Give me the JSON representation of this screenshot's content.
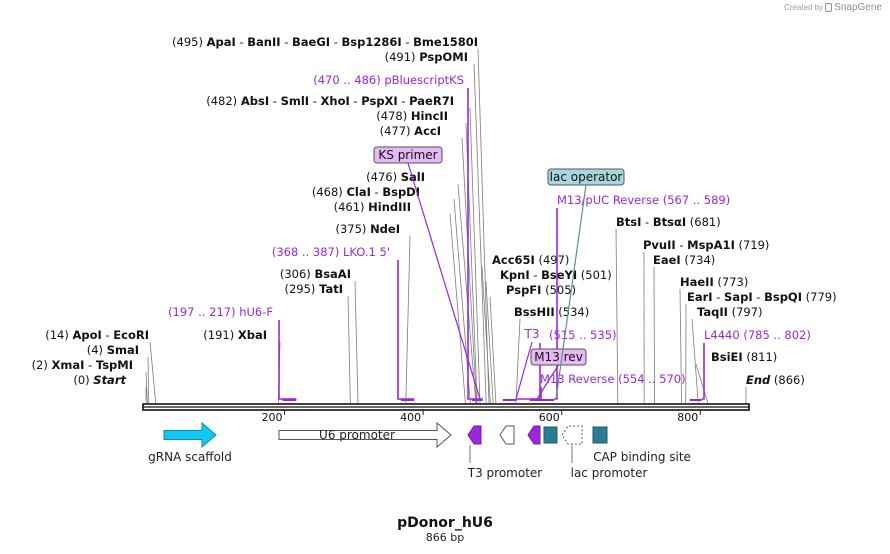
{
  "credit": {
    "prefix": "Created by",
    "brand": "SnapGene"
  },
  "map": {
    "name": "pDonor_hU6",
    "length_text": "866 bp",
    "length": 866
  },
  "ticks": [
    {
      "pos": 200,
      "label": "200"
    },
    {
      "pos": 400,
      "label": "400"
    },
    {
      "pos": 600,
      "label": "600"
    },
    {
      "pos": 800,
      "label": "800"
    }
  ],
  "enzymes": [
    {
      "segments": [
        {
          "t": "(495)  "
        },
        {
          "t": "ApaI",
          "b": true
        },
        {
          "t": "  -  "
        },
        {
          "t": "BanII",
          "b": true
        },
        {
          "t": "  -  "
        },
        {
          "t": "BaeGI",
          "b": true
        },
        {
          "t": "  -  "
        },
        {
          "t": "Bsp1286I",
          "b": true
        },
        {
          "t": "  -  "
        },
        {
          "t": "Bme1580I",
          "b": true
        }
      ],
      "pos": 495
    },
    {
      "segments": [
        {
          "t": "(491)  "
        },
        {
          "t": "PspOMI",
          "b": true
        }
      ],
      "pos": 491
    },
    {
      "segments": [
        {
          "t": "(482)  "
        },
        {
          "t": "AbsI",
          "b": true
        },
        {
          "t": "  -  "
        },
        {
          "t": "SmlI",
          "b": true
        },
        {
          "t": "  -  "
        },
        {
          "t": "XhoI",
          "b": true
        },
        {
          "t": "  -  "
        },
        {
          "t": "PspXI",
          "b": true
        },
        {
          "t": "  -  "
        },
        {
          "t": "PaeR7I",
          "b": true
        }
      ],
      "pos": 482
    },
    {
      "segments": [
        {
          "t": "(478)  "
        },
        {
          "t": "HincII",
          "b": true
        }
      ],
      "pos": 478
    },
    {
      "segments": [
        {
          "t": "(477)  "
        },
        {
          "t": "AccI",
          "b": true
        }
      ],
      "pos": 477
    },
    {
      "segments": [
        {
          "t": "(476)  "
        },
        {
          "t": "SalI",
          "b": true
        }
      ],
      "pos": 476
    },
    {
      "segments": [
        {
          "t": "(468)  "
        },
        {
          "t": "ClaI",
          "b": true
        },
        {
          "t": "  -  "
        },
        {
          "t": "BspDI",
          "b": true
        }
      ],
      "pos": 468
    },
    {
      "segments": [
        {
          "t": "(461)  "
        },
        {
          "t": "HindIII",
          "b": true
        }
      ],
      "pos": 461
    },
    {
      "segments": [
        {
          "t": "(375)  "
        },
        {
          "t": "NdeI",
          "b": true
        }
      ],
      "pos": 375
    },
    {
      "segments": [
        {
          "t": "(306)  "
        },
        {
          "t": "BsaAI",
          "b": true
        }
      ],
      "pos": 306
    },
    {
      "segments": [
        {
          "t": "(295)  "
        },
        {
          "t": "TatI",
          "b": true
        }
      ],
      "pos": 295
    },
    {
      "segments": [
        {
          "t": "(191)  "
        },
        {
          "t": "XbaI",
          "b": true
        }
      ],
      "pos": 191
    },
    {
      "segments": [
        {
          "t": "(14)  "
        },
        {
          "t": "ApoI",
          "b": true
        },
        {
          "t": "  -  "
        },
        {
          "t": "EcoRI",
          "b": true
        }
      ],
      "pos": 14
    },
    {
      "segments": [
        {
          "t": "(4)  "
        },
        {
          "t": "SmaI",
          "b": true
        }
      ],
      "pos": 4
    },
    {
      "segments": [
        {
          "t": "(2)  "
        },
        {
          "t": "XmaI",
          "b": true
        },
        {
          "t": "  -  "
        },
        {
          "t": "TspMI",
          "b": true
        }
      ],
      "pos": 2
    },
    {
      "segments": [
        {
          "t": "(0)  "
        },
        {
          "t": "Start",
          "b": true,
          "i": true
        }
      ],
      "pos": 0
    },
    {
      "segments": [
        {
          "t": "Acc65I",
          "b": true
        },
        {
          "t": "   (497)"
        }
      ],
      "pos": 497
    },
    {
      "segments": [
        {
          "t": "KpnI",
          "b": true
        },
        {
          "t": "  -  "
        },
        {
          "t": "BseYI",
          "b": true
        },
        {
          "t": "   (501)"
        }
      ],
      "pos": 501
    },
    {
      "segments": [
        {
          "t": "PspFI",
          "b": true
        },
        {
          "t": "   (505)"
        }
      ],
      "pos": 505
    },
    {
      "segments": [
        {
          "t": "BssHII",
          "b": true
        },
        {
          "t": "   (534)"
        }
      ],
      "pos": 534
    },
    {
      "segments": [
        {
          "t": "BtsI",
          "b": true
        },
        {
          "t": "  -  "
        },
        {
          "t": "BtsαI",
          "b": true
        },
        {
          "t": "   (681)"
        }
      ],
      "pos": 681
    },
    {
      "segments": [
        {
          "t": "PvuII",
          "b": true
        },
        {
          "t": "  -  "
        },
        {
          "t": "MspA1I",
          "b": true
        },
        {
          "t": "   (719)"
        }
      ],
      "pos": 719
    },
    {
      "segments": [
        {
          "t": "EaeI",
          "b": true
        },
        {
          "t": "   (734)"
        }
      ],
      "pos": 734
    },
    {
      "segments": [
        {
          "t": "HaeII",
          "b": true
        },
        {
          "t": "   (773)"
        }
      ],
      "pos": 773
    },
    {
      "segments": [
        {
          "t": "EarI",
          "b": true
        },
        {
          "t": "  -  "
        },
        {
          "t": "SapI",
          "b": true
        },
        {
          "t": "  -  "
        },
        {
          "t": "BspQI",
          "b": true
        },
        {
          "t": "   (779)"
        }
      ],
      "pos": 779
    },
    {
      "segments": [
        {
          "t": "TaqII",
          "b": true
        },
        {
          "t": "   (797)"
        }
      ],
      "pos": 797
    },
    {
      "segments": [
        {
          "t": "BsiEI",
          "b": true
        },
        {
          "t": "   (811)"
        }
      ],
      "pos": 811
    },
    {
      "segments": [
        {
          "t": "End",
          "b": true,
          "i": true
        },
        {
          "t": "   (866)"
        }
      ],
      "pos": 866
    }
  ],
  "primers": [
    {
      "text": "(470 .. 486)  pBluescriptKS",
      "start": 470,
      "end": 486
    },
    {
      "text": "(368 .. 387)  LKO.1 5'",
      "start": 368,
      "end": 387
    },
    {
      "text": "(197 .. 217)  hU6-F",
      "start": 197,
      "end": 217
    },
    {
      "text": "M13/pUC Reverse    (567 .. 589)",
      "start": 567,
      "end": 589
    },
    {
      "text": "(515 .. 535)",
      "start": 515,
      "end": 535
    },
    {
      "text": "M13 Reverse    (554 .. 570)",
      "start": 554,
      "end": 570
    },
    {
      "text": "L4440    (785 .. 802)",
      "start": 785,
      "end": 802
    }
  ],
  "boxed_labels": [
    {
      "text": "KS primer",
      "kind": "primer"
    },
    {
      "text": "T3",
      "kind": "primer_plain"
    },
    {
      "text": "M13 rev",
      "kind": "primer"
    },
    {
      "text": "lac operator",
      "kind": "feature"
    }
  ],
  "features": [
    {
      "name": "gRNA scaffold",
      "type": "arrow-right",
      "color": "#12c7f0"
    },
    {
      "name": "U6 promoter",
      "type": "arrow-right",
      "color": "#ffffff"
    },
    {
      "name": "KS primer",
      "type": "arrow-left",
      "color": "#9c27d9"
    },
    {
      "name": "T3 promoter",
      "type": "arrow-left",
      "color": "#ffffff"
    },
    {
      "name": "M13 rev",
      "type": "arrow-left",
      "color": "#9c27d9"
    },
    {
      "name": "lac operator",
      "type": "box",
      "color": "#2a7d93"
    },
    {
      "name": "lac promoter",
      "type": "arrow-left-dashed",
      "color": "#ffffff"
    },
    {
      "name": "CAP binding site",
      "type": "box",
      "color": "#2a7d93"
    }
  ],
  "colors": {
    "primer": "#9c27d9",
    "primer_bg": "#e6b8f5",
    "feature_bg": "#a9d5e0",
    "backbone": "#111111"
  }
}
